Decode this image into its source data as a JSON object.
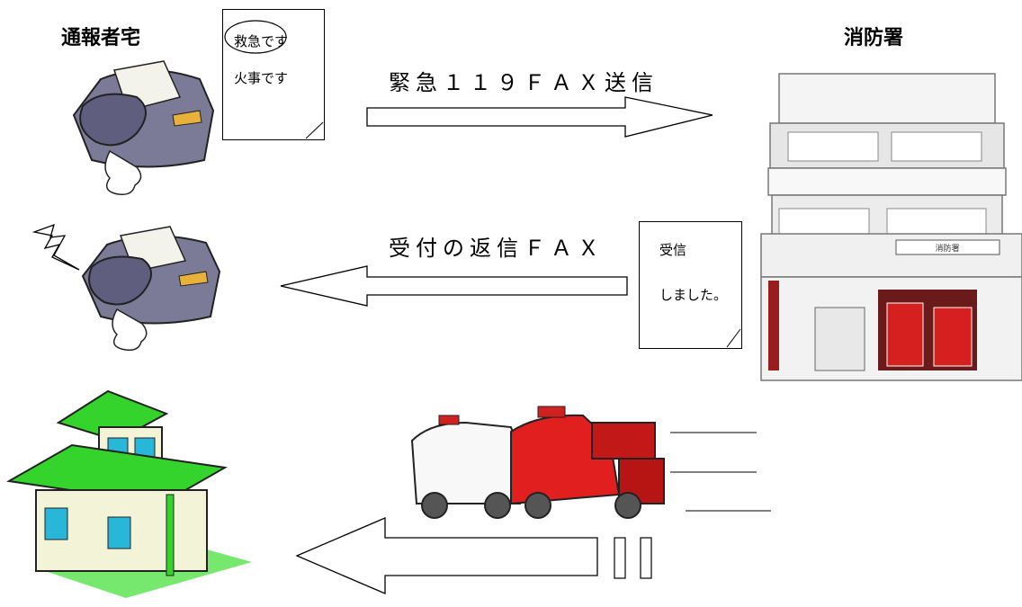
{
  "sender": {
    "title": "通報者宅"
  },
  "station": {
    "title": "消防署",
    "sign": "消防署"
  },
  "outgoing_fax": {
    "line1": "救急です",
    "line2": "火事です"
  },
  "arrow_send": {
    "label": "緊急１１９ＦＡＸ送信"
  },
  "arrow_reply": {
    "label": "受付の返信ＦＡＸ"
  },
  "reply_fax": {
    "line1": "受信",
    "line2": "しました。"
  }
}
